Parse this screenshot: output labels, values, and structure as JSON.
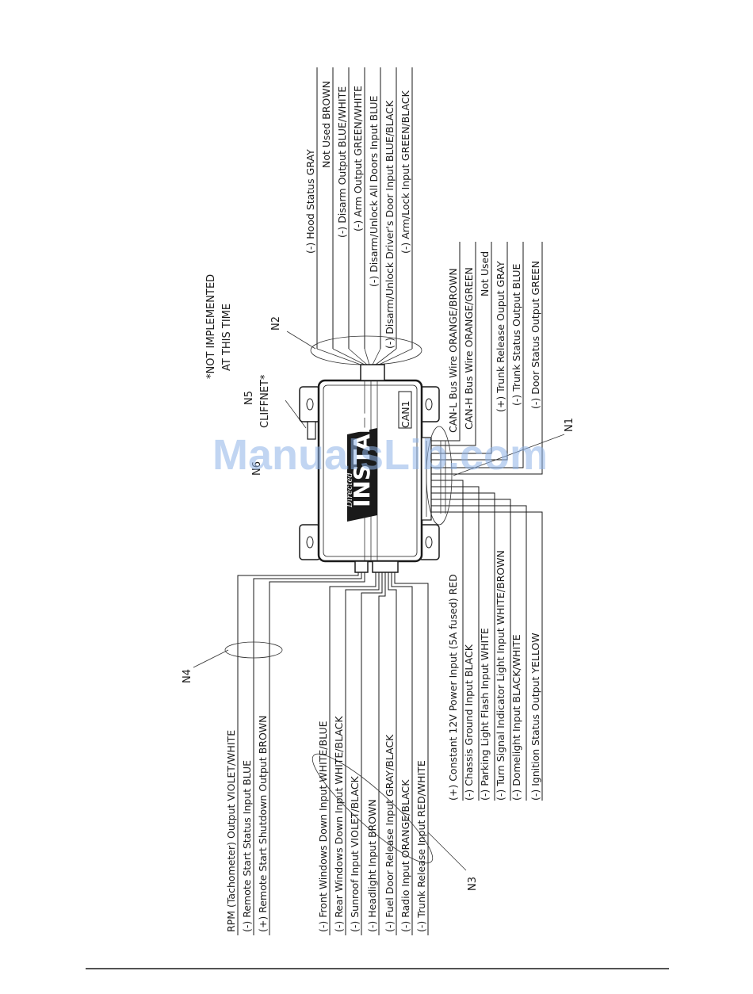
{
  "notes": {
    "not_implemented_line1": "*NOT IMPLEMENTED",
    "not_implemented_line2": "AT THIS TIME",
    "cliffnet": "CLIFFNET*"
  },
  "connectors": {
    "n1": "N1",
    "n2": "N2",
    "n3": "N3",
    "n4": "N4",
    "n5": "N5",
    "n6_partial": "N6",
    "can1": "CAN1"
  },
  "module": {
    "logo_text": "INSTALL",
    "logo_script": "Directed"
  },
  "watermark": "ManualsLib.com",
  "n2_wires": [
    "(-) Hood Status GRAY",
    "Not Used BROWN",
    "(-) Disarm Output BLUE/WHITE",
    "(-) Arm Output GREEN/WHITE",
    "(-) Disarm/Unlock All Doors Input BLUE",
    "(-) Disarm/Unlock Driver's Door Input BLUE/BLACK",
    "(-) Arm/Lock Input GREEN/BLACK"
  ],
  "n1_wires_top": [
    "CAN-L Bus Wire ORANGE/BROWN",
    "CAN-H Bus Wire ORANGE/GREEN",
    "Not Used",
    "(+) Trunk Release Ouput GRAY",
    "(-) Trunk Status Output BLUE",
    "(-) Door Status Output GREEN"
  ],
  "n1_wires_bottom": [
    "(+) Constant 12V Power Input (5A fused) RED",
    "(-) Chassis Ground Input BLACK",
    "(-) Parking Light Flash Input WHITE",
    "(-) Turn Signal Indicator Light Input WHITE/BROWN",
    "(-) Domelight Input BLACK/WHITE",
    "(-) Ignition Status Output YELLOW"
  ],
  "n4_wires": [
    "RPM (Tachometer) Output VIOLET/WHITE",
    "(-) Remote Start Status Input BLUE",
    "(+) Remote Start Shutdown Output BROWN"
  ],
  "n3_wires": [
    "(-) Front Windows Down Input WHITE/BLUE",
    "(-) Rear Windows Down Input WHITE/BLACK",
    "(-) Sunroof Input VIOLET/BLACK",
    "(-) Headlight Input BROWN",
    "(-) Fuel Door Release Input GRAY/BLACK",
    "(-) Radio Input ORANGE/BLACK",
    "(-) Trunk Release Input RED/WHITE"
  ]
}
